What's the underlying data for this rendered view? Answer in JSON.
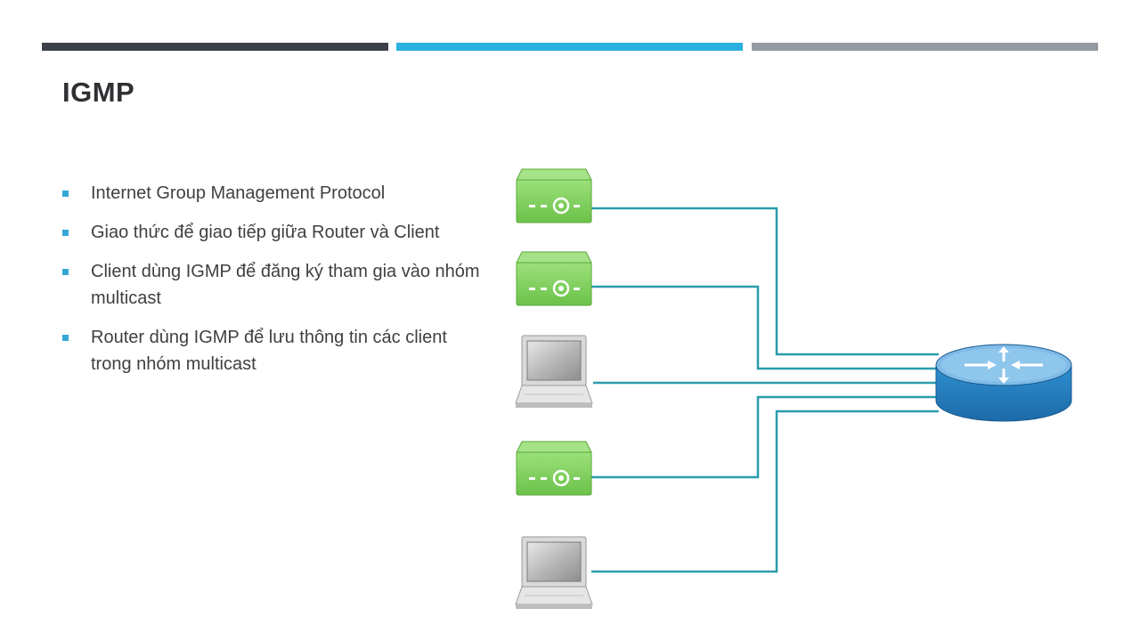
{
  "slide": {
    "title": "IGMP",
    "accent_colors": [
      "#3a3f48",
      "#2bb1e0",
      "#949aa1"
    ],
    "bullet_color": "#35a7d6",
    "bullets": [
      "Internet Group Management Protocol",
      "Giao thức để giao tiếp giữa Router và Client",
      "Client dùng IGMP để đăng ký tham gia vào nhóm multicast",
      "Router dùng IGMP để lưu thông tin các client trong nhóm multicast"
    ]
  },
  "diagram": {
    "line_color": "#2a9cad",
    "devices": [
      {
        "name": "set-top-box-1",
        "icon": "set-top-box-icon",
        "color": "#8ad465"
      },
      {
        "name": "set-top-box-2",
        "icon": "set-top-box-icon",
        "color": "#8ad465"
      },
      {
        "name": "laptop-1",
        "icon": "laptop-icon",
        "color": "#bdbdbd"
      },
      {
        "name": "set-top-box-3",
        "icon": "set-top-box-icon",
        "color": "#8ad465"
      },
      {
        "name": "laptop-2",
        "icon": "laptop-icon",
        "color": "#bdbdbd"
      }
    ],
    "router": {
      "icon": "router-icon",
      "color": "#2b84c4"
    }
  }
}
